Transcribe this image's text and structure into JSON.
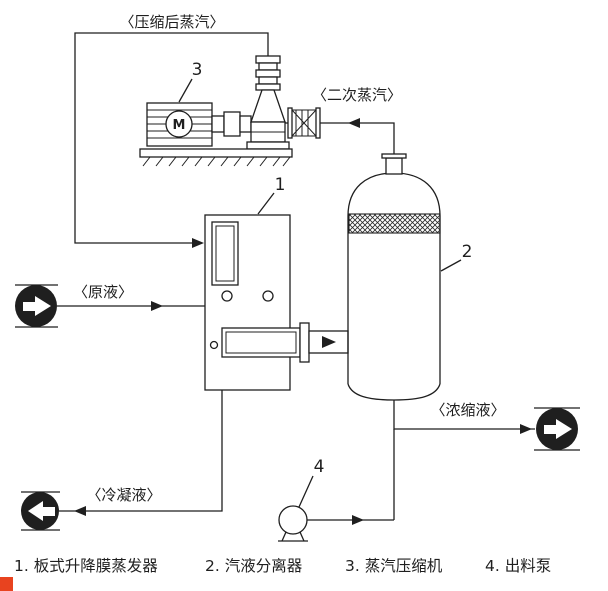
{
  "colors": {
    "line": "#1f1f1f",
    "text": "#1f1f1f",
    "background": "#ffffff",
    "watermark": "#e8431f"
  },
  "labels": {
    "compressed_steam": "〈压缩后蒸汽〉",
    "secondary_steam": "〈二次蒸汽〉",
    "raw_liquid": "〈原液〉",
    "concentrated_liquid": "〈浓缩液〉",
    "condensate": "〈冷凝液〉",
    "motor": "M"
  },
  "callouts": {
    "evaporator": "1",
    "separator": "2",
    "compressor": "3",
    "discharge_pump": "4"
  },
  "legend": [
    "1. 板式升降膜蒸发器",
    "2. 汽液分离器",
    "3. 蒸汽压缩机",
    "4. 出料泵"
  ]
}
